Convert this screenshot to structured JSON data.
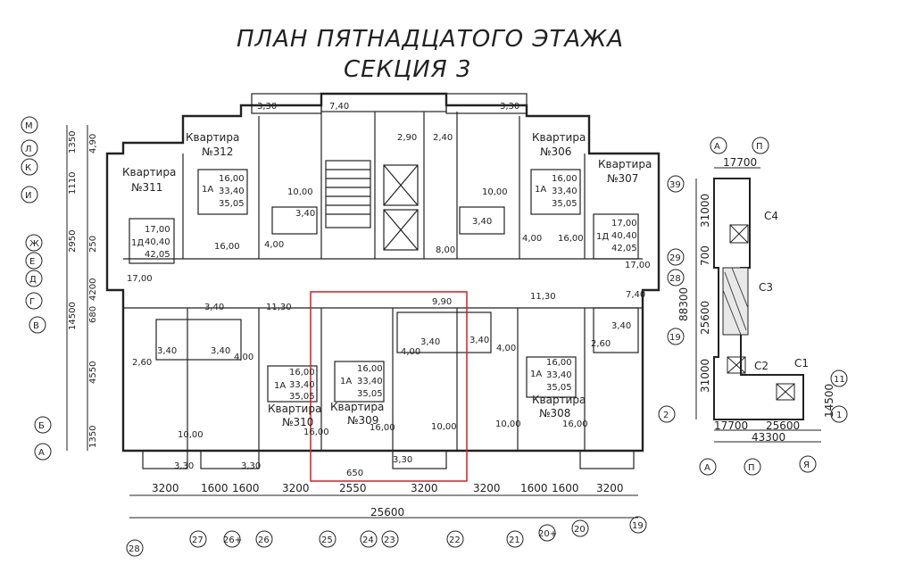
{
  "title": {
    "line1": "ПЛАН ПЯТНАДЦАТОГО ЭТАЖА",
    "line2": "СЕКЦИЯ 3"
  },
  "apartments": [
    {
      "id": "311",
      "heading": "Квартира",
      "number": "№311",
      "type": "1Д",
      "areas": [
        "17,00",
        "40,40",
        "42,05"
      ],
      "room_areas": [
        "17,00"
      ]
    },
    {
      "id": "312",
      "heading": "Квартира",
      "number": "№312",
      "type": "1А",
      "areas": [
        "16,00",
        "33,40",
        "35,05"
      ],
      "room_areas": [
        "10,00",
        "4,00",
        "16,00"
      ]
    },
    {
      "id": "306",
      "heading": "Квартира",
      "number": "№306",
      "type": "1А",
      "areas": [
        "16,00",
        "33,40",
        "35,05"
      ],
      "room_areas": [
        "10,00",
        "4,00",
        "16,00"
      ]
    },
    {
      "id": "307",
      "heading": "Квартира",
      "number": "№307",
      "type": "1Д",
      "areas": [
        "17,00",
        "40,40",
        "42,05"
      ],
      "room_areas": [
        "17,00"
      ]
    },
    {
      "id": "310",
      "heading": "Квартира",
      "number": "№310",
      "type": "1А",
      "areas": [
        "16,00",
        "33,40",
        "35,05"
      ],
      "room_areas": [
        "16,00"
      ]
    },
    {
      "id": "309",
      "heading": "Квартира",
      "number": "№309",
      "type": "1А",
      "areas": [
        "16,00",
        "33,40",
        "35,05"
      ],
      "room_areas": [
        "16,00",
        "10,00"
      ]
    },
    {
      "id": "308",
      "heading": "Квартира",
      "number": "№308",
      "type": "1А",
      "areas": [
        "16,00",
        "33,40",
        "35,05"
      ],
      "room_areas": [
        "10,00",
        "16,00"
      ]
    }
  ],
  "room_labels": {
    "balcony_top_left": "3,30",
    "balcony_top_mid": "7,40",
    "balcony_top_right": "3,30",
    "hall_left": "2,90",
    "hall_right": "2,40",
    "lift_hall": "8,00",
    "corridor_left": "11,30",
    "corridor_mid": "9,90",
    "corridor_right": "11,30",
    "lobby_left": "3,40",
    "lobby_right": "7,40",
    "bath_b1": "3,40",
    "bath_b2": "3,40",
    "bath_b3": "3,40",
    "bath_b4": "3,40",
    "bath_a1": "3,40",
    "bath_a2": "3,40",
    "bath_a3": "3,40",
    "wc_l": "2,60",
    "wc_r": "2,60",
    "entry_l": "4,00",
    "entry_m": "4,00",
    "entry_r": "4,00",
    "kitchen_l": "10,00",
    "balcony_bot_1": "3,30",
    "balcony_bot_2": "3,30",
    "balcony_bot_3": "3,30",
    "balcony_bot_note": "650"
  },
  "left_axes": [
    "М",
    "Л",
    "К",
    "И",
    "Ж",
    "Е",
    "Д",
    "Г",
    "В",
    "Б",
    "А"
  ],
  "left_dims": [
    "1350",
    "4,90",
    "1110",
    "2950",
    "250",
    "14500",
    "4200",
    "680",
    "4550",
    "1350"
  ],
  "bottom_axes": [
    "28",
    "27",
    "26+",
    "26",
    "25",
    "24",
    "23",
    "22",
    "21",
    "20+",
    "20",
    "19"
  ],
  "bottom_dims": [
    "3200",
    "1600",
    "1600",
    "3200",
    "2550",
    "3200",
    "3200",
    "1600",
    "1600",
    "3200"
  ],
  "bottom_total": "25600",
  "key_plan": {
    "top_axes": [
      "А",
      "П"
    ],
    "top_dim": "17700",
    "right_axes": [
      "39",
      "29",
      "28",
      "19",
      "2"
    ],
    "right_dims": [
      "31000",
      "700",
      "25600",
      "88300",
      "31000"
    ],
    "sections": [
      "С4",
      "С3",
      "С2",
      "С1"
    ],
    "bottom_dims": [
      "17700",
      "25600",
      "43300"
    ],
    "bottom_axes": [
      "А",
      "П",
      "Я"
    ],
    "side_axes": [
      "11",
      "1"
    ],
    "side_dim": "14500"
  },
  "colors": {
    "line": "#222222",
    "highlight": "#cc2222",
    "paper": "#ffffff"
  }
}
